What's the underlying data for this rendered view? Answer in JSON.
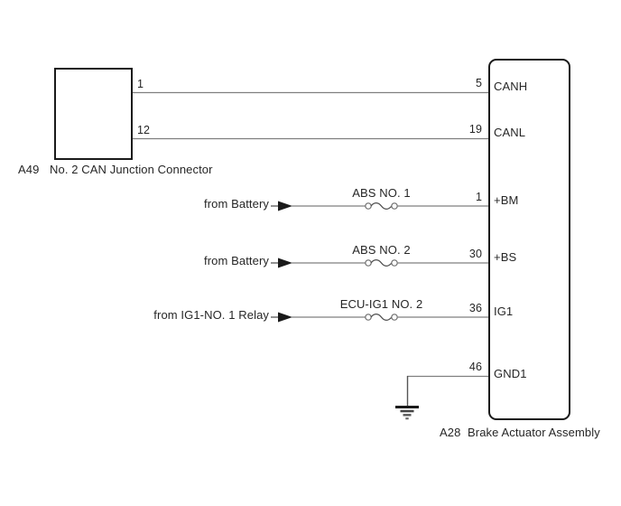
{
  "diagram": {
    "left_connector": {
      "code": "A49",
      "name": "No. 2 CAN Junction Connector"
    },
    "right_connector": {
      "code": "A28",
      "name": "Brake Actuator Assembly"
    },
    "rows": [
      {
        "terminal": "CANH",
        "pin": "5",
        "left_pin": "1"
      },
      {
        "terminal": "CANL",
        "pin": "19",
        "left_pin": "12"
      },
      {
        "terminal": "+BM",
        "pin": "1",
        "source": "from Battery",
        "fuse": "ABS NO. 1"
      },
      {
        "terminal": "+BS",
        "pin": "30",
        "source": "from Battery",
        "fuse": "ABS NO. 2"
      },
      {
        "terminal": "IG1",
        "pin": "36",
        "source": "from IG1-NO. 1 Relay",
        "fuse": "ECU-IG1 NO. 2"
      },
      {
        "terminal": "GND1",
        "pin": "46",
        "ground_icon": "ground-symbol"
      }
    ],
    "icons": {
      "arrow": "right-arrow-icon",
      "fuse": "fuse-icon",
      "ground": "ground-icon"
    },
    "colors": {
      "wire": "#7f7f7f",
      "outline": "#1a1a1a",
      "text": "#262626",
      "background": "#ffffff"
    }
  }
}
